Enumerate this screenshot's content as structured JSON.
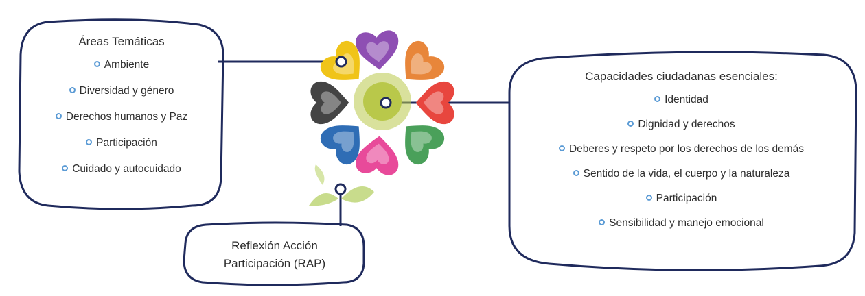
{
  "left_panel": {
    "title": "Áreas Temáticas",
    "items": [
      "Ambiente",
      "Diversidad y género",
      "Derechos humanos y Paz",
      "Participación",
      "Cuidado y autocuidado"
    ]
  },
  "right_panel": {
    "title": "Capacidades ciudadanas esenciales:",
    "items": [
      "Identidad",
      "Dignidad y derechos",
      "Deberes y respeto por los derechos de los demás",
      "Sentido de la vida, el cuerpo y la naturaleza",
      "Participación",
      "Sensibilidad y manejo emocional"
    ]
  },
  "bottom_panel": {
    "line1": "Reflexión Acción",
    "line2": "Participación (RAP)"
  },
  "colors": {
    "outline": "#1f2a5c",
    "bullet": "#5b9bd5",
    "flower_center": "#b9c84a",
    "leaves": "#c8dc8c",
    "hearts": [
      "#8e4fb3",
      "#e8863a",
      "#e8463e",
      "#4aa05a",
      "#e84a9a",
      "#2f6db5",
      "#444444",
      "#f0c419"
    ]
  }
}
